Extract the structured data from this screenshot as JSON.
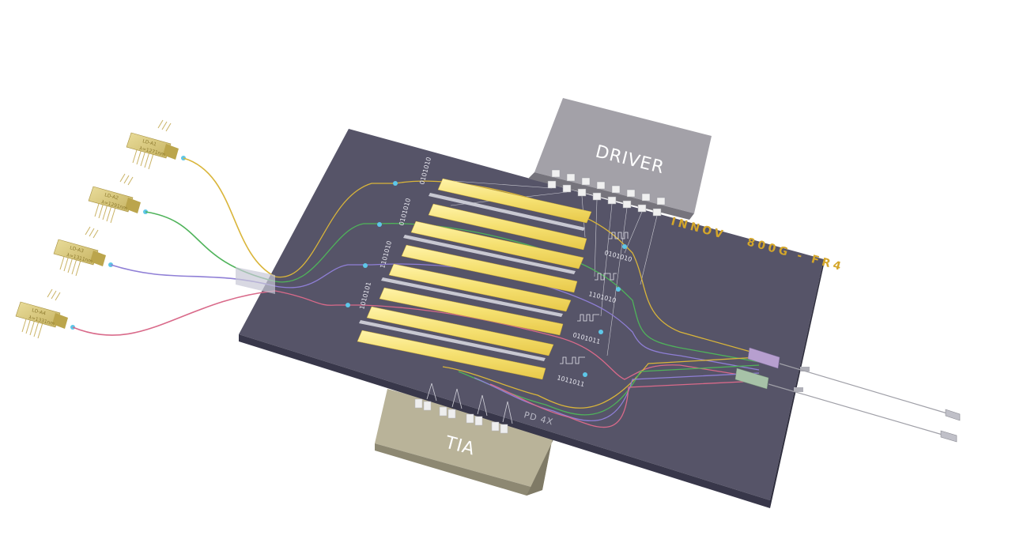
{
  "labels": {
    "driver": "DRIVER",
    "tia": "TIA",
    "pd": "PD 4X",
    "brand": "INNOV",
    "product": "800G - FR4"
  },
  "lasers": [
    {
      "name": "LD-A1",
      "sub": "λ=1271nm",
      "fiber_color": "#d9b53a"
    },
    {
      "name": "LD-A2",
      "sub": "λ=1291nm",
      "fiber_color": "#4fb35a"
    },
    {
      "name": "LD-A3",
      "sub": "λ=1311nm",
      "fiber_color": "#8f7fd6"
    },
    {
      "name": "LD-A4",
      "sub": "λ=1331nm",
      "fiber_color": "#d96a8a"
    }
  ],
  "bit_patterns": {
    "top": [
      "0101010",
      "0101010",
      "1101010",
      "1010101"
    ],
    "right": [
      "0101010",
      "1101010",
      "0101011",
      "1011011"
    ]
  },
  "colors": {
    "chip": "#4d4b5e",
    "driver": "#8f8d93",
    "tia": "#aba68e",
    "electrode": "#f5e27a",
    "brand_text": "#d4a62a"
  }
}
